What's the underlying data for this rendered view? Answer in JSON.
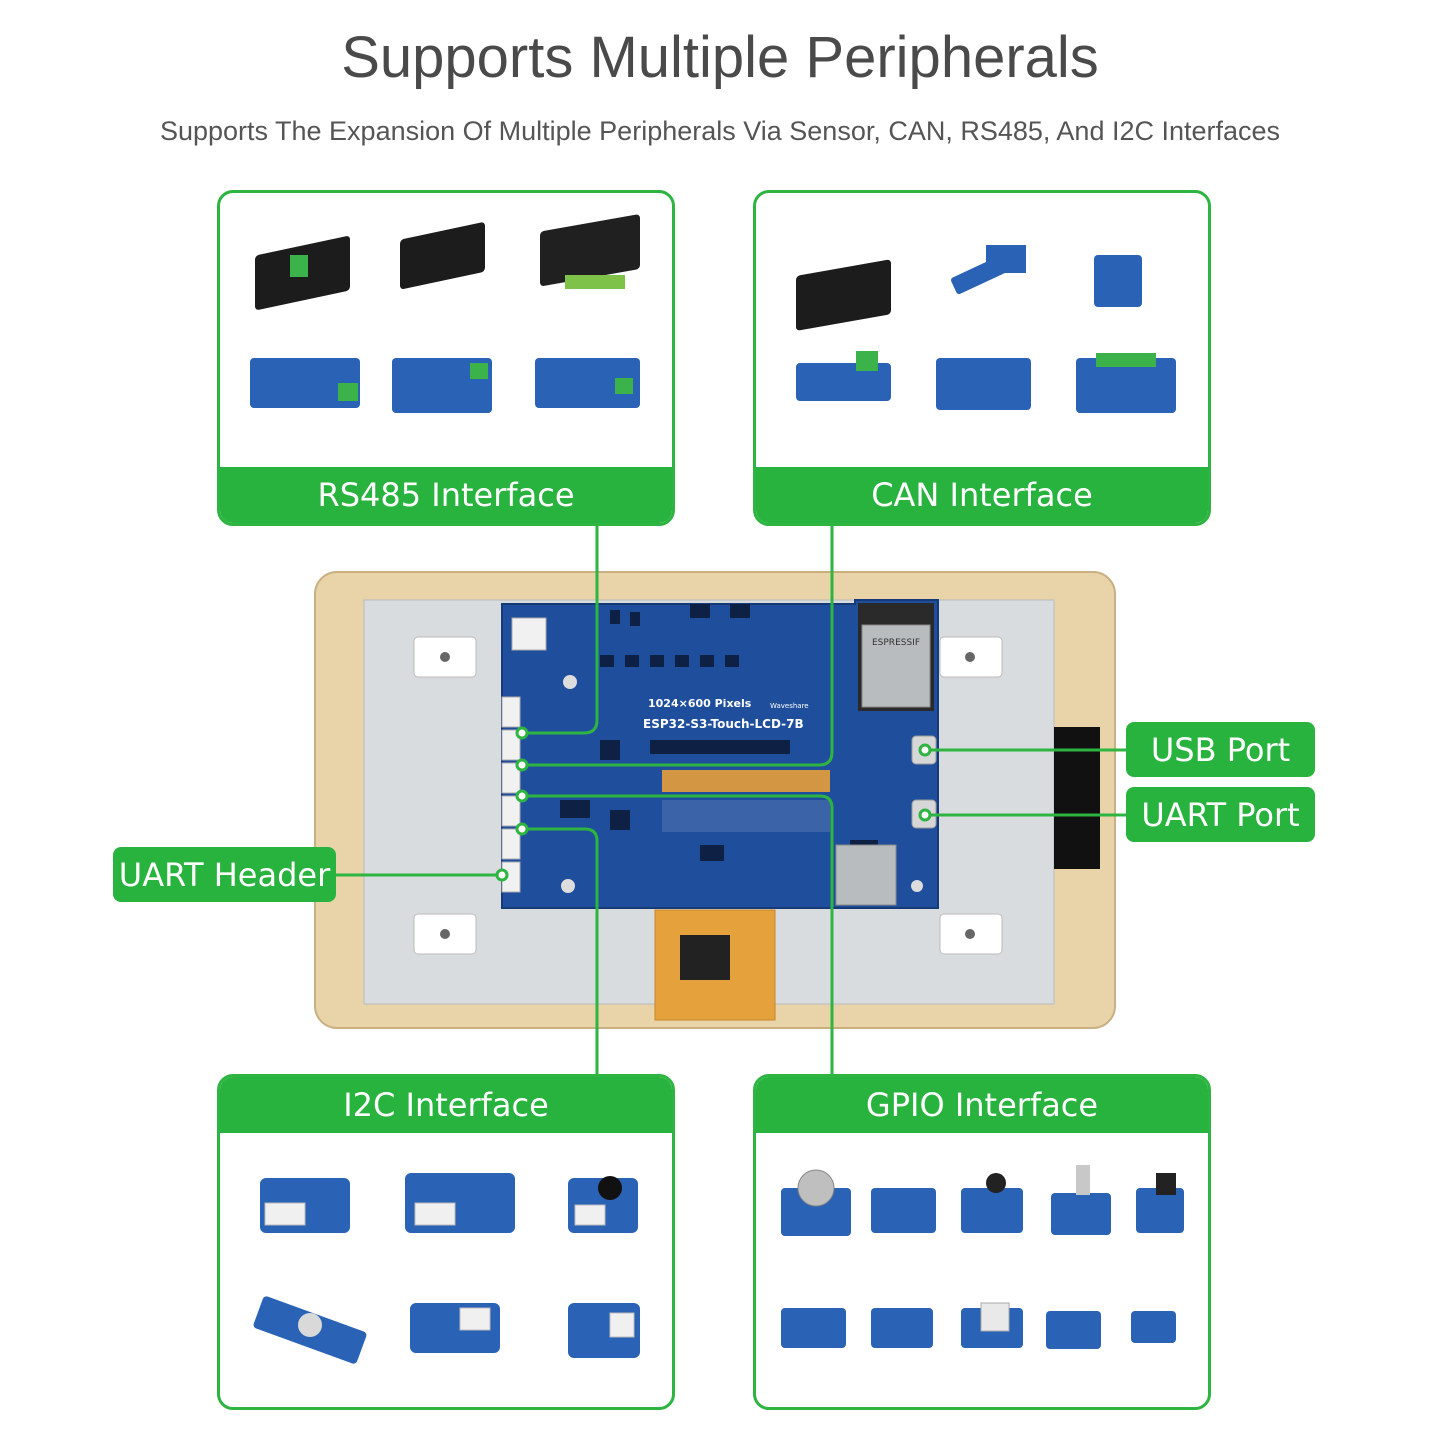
{
  "header": {
    "title": "Supports Multiple Peripherals",
    "subtitle": "Supports The Expansion Of Multiple Peripherals Via Sensor, CAN, RS485, And I2C Interfaces"
  },
  "panels": {
    "rs485": {
      "label": "RS485 Interface"
    },
    "can": {
      "label": "CAN Interface"
    },
    "i2c": {
      "label": "I2C Interface"
    },
    "gpio": {
      "label": "GPIO Interface"
    }
  },
  "callouts": {
    "usb": "USB Port",
    "uart_port": "UART Port",
    "uart_header": "UART Header"
  },
  "board": {
    "resolution": "1024×600 Pixels",
    "model": "ESP32-S3-Touch-LCD-7B",
    "brand": "Waveshare",
    "chip": "ESPRESSIF"
  },
  "colors": {
    "accent_green": "#27b33d",
    "pcb_blue": "#1f4e9c",
    "frame_wood": "#e8d2a6"
  }
}
